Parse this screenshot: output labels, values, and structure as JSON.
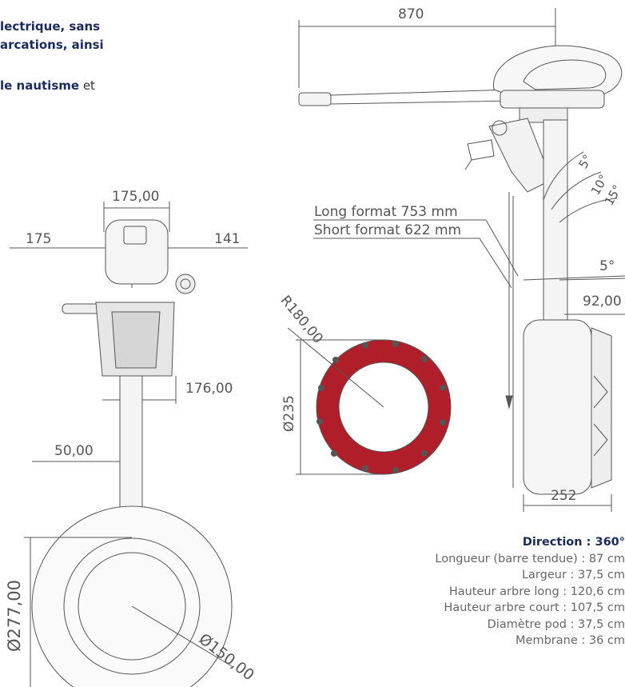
{
  "intro": {
    "line1": "lectrique,  sans",
    "line2": "arcations, ainsi",
    "line3_bold": "le nautisme",
    "line3_plain": " et"
  },
  "dimensions": {
    "top_width": "870",
    "head_width": "175,00",
    "left_offset": "175",
    "right_offset": "141",
    "clamp_width": "176,00",
    "shaft_width": "50,00",
    "pod_outer": "Ø277,00",
    "pod_inner": "Ø150,00",
    "ring_radius": "R180,00",
    "ring_diameter": "Ø235",
    "long_format": "Long format 753 mm",
    "short_format": "Short format 622 mm",
    "angle_5a": "5°",
    "angle_10": "10°",
    "angle_15": "15°",
    "angle_5b": "5°",
    "side_92": "92,00",
    "pod_length": "252"
  },
  "specs": {
    "heading": "Direction : 360°",
    "lines": [
      "Longueur (barre tendue) : 87 cm",
      "Largeur : 37,5 cm",
      "Hauteur arbre long : 120,6 cm",
      "Hauteur arbre court : 107,5 cm",
      "Diamètre pod : 37,5 cm",
      "Membrane : 36 cm"
    ]
  },
  "colors": {
    "ring": "#b01e2a",
    "heading": "#1c2b58",
    "line": "#555555"
  }
}
